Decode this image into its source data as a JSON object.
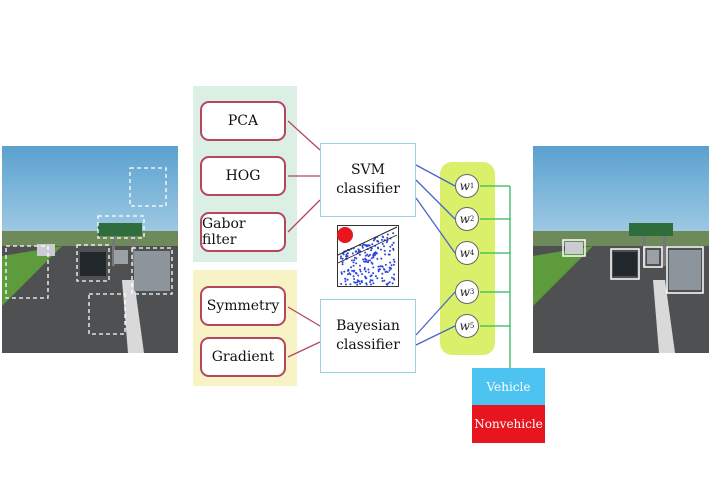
{
  "features_hog_pca_gabor": [
    {
      "id": "pca",
      "label": "PCA"
    },
    {
      "id": "hog",
      "label": "HOG"
    },
    {
      "id": "gabor",
      "label": "Gabor filter"
    }
  ],
  "features_bayes": [
    {
      "id": "symmetry",
      "label": "Symmetry"
    },
    {
      "id": "gradient",
      "label": "Gradient"
    }
  ],
  "svm": {
    "line1": "SVM",
    "line2": "classifier"
  },
  "bayes": {
    "line1": "Bayesian",
    "line2": "classifier"
  },
  "weights": [
    {
      "base": "w",
      "sub": "1"
    },
    {
      "base": "w",
      "sub": "2"
    },
    {
      "base": "w",
      "sub": "4"
    },
    {
      "base": "w",
      "sub": "3"
    },
    {
      "base": "w",
      "sub": "5"
    }
  ],
  "outputs": {
    "vehicle": "Vehicle",
    "nonvehicle": "Nonvehicle"
  },
  "colors": {
    "feature_border": "#b5475c",
    "classifier_border": "#9ad2e8",
    "weights_bg": "#dbf06a",
    "vehicle": "#4cc3f0",
    "nonvehicle": "#e8151e",
    "svm_links": "#4a66c8",
    "feature_links": "#b5475c"
  }
}
